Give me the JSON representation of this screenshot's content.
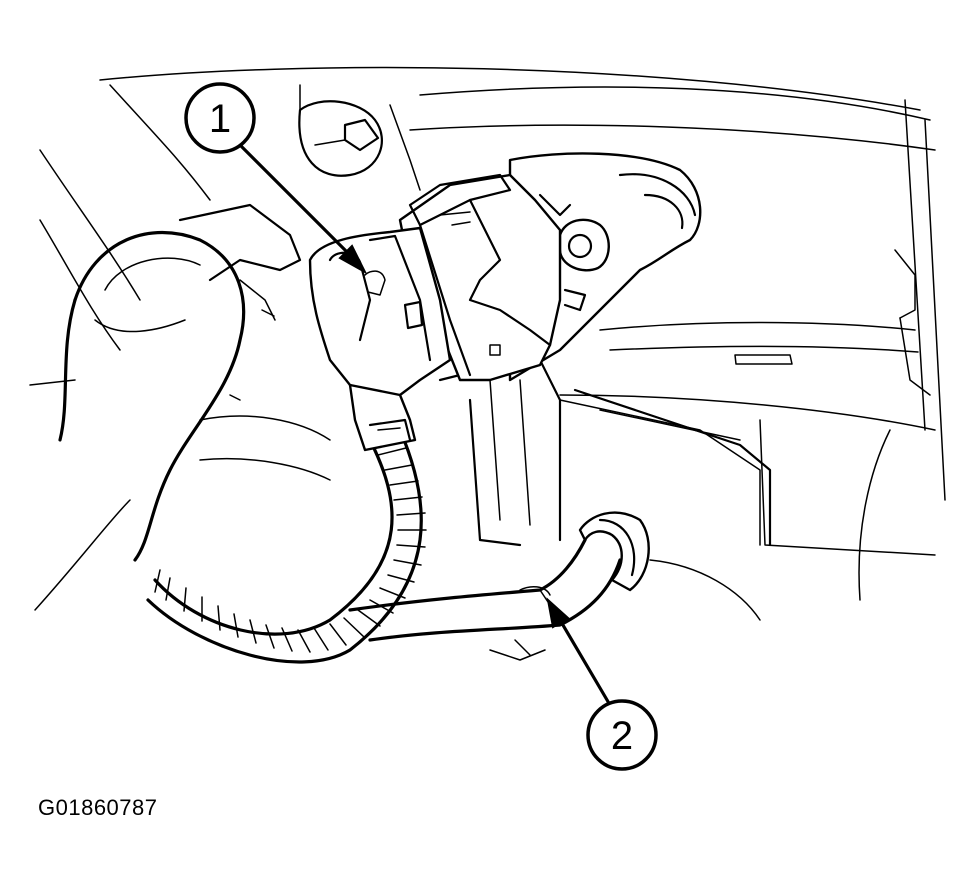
{
  "callouts": [
    {
      "label": "1"
    },
    {
      "label": "2"
    }
  ],
  "figure": {
    "id": "G01860787"
  },
  "colors": {
    "line": "#000000",
    "background": "#ffffff"
  }
}
